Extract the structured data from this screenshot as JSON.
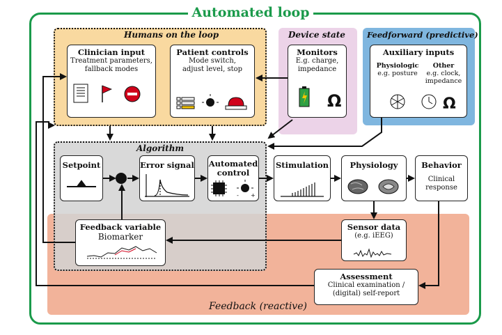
{
  "title": "Automated loop",
  "humans": {
    "title": "Humans on the loop",
    "clinician": {
      "title": "Clinician input",
      "sub1": "Treatment parameters,",
      "sub2": "fallback modes"
    },
    "patient": {
      "title": "Patient controls",
      "sub1": "Mode switch,",
      "sub2": "adjust level, stop"
    }
  },
  "device": {
    "title": "Device state",
    "monitors": {
      "title": "Monitors",
      "sub1": "E.g. charge,",
      "sub2": "impedance"
    }
  },
  "feedforward": {
    "title": "Feedforward (predictive)",
    "aux": {
      "title": "Auxiliary inputs",
      "physio_title": "Physiologic",
      "physio_sub": "e.g. posture",
      "other_title": "Other",
      "other_sub1": "e.g. clock,",
      "other_sub2": "impedance"
    }
  },
  "algorithm": {
    "title": "Algorithm",
    "setpoint": "Setpoint",
    "error": "Error signal",
    "control1": "Automated",
    "control2": "control"
  },
  "stimulation": "Stimulation",
  "physiology": "Physiology",
  "behavior": {
    "title": "Behavior",
    "sub1": "Clinical",
    "sub2": "response"
  },
  "feedback_variable": {
    "title": "Feedback variable",
    "sub": "Biomarker"
  },
  "sensor": {
    "title": "Sensor data",
    "sub": "(e.g. iEEG)"
  },
  "assessment": {
    "title": "Assessment",
    "sub1": "Clinical examination /",
    "sub2": "(digital) self-report"
  },
  "feedback_label": "Feedback (reactive)",
  "colors": {
    "green": "#1a9a4a",
    "orange": "#f9d9a0",
    "pink": "#ecd3e8",
    "blue": "#7fb6df",
    "salmon": "#f2b39a",
    "grey": "#d9d9d9"
  }
}
